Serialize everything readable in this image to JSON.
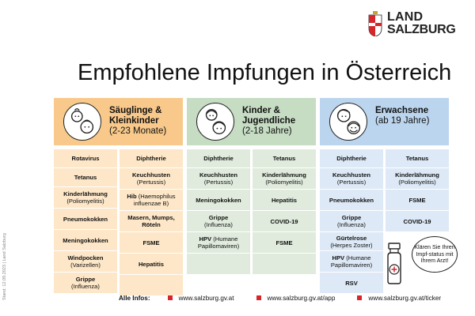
{
  "logo": {
    "line1": "LAND",
    "line2": "SALZBURG",
    "crest_colors": [
      "#d7262b",
      "#ffffff"
    ],
    "crest_icon": "salzburg-crest-icon"
  },
  "title": "Empfohlene Impfungen in Österreich",
  "groups": [
    {
      "id": "infant",
      "title_line1": "Säuglinge &",
      "title_line2": "Kleinkinder",
      "subtitle": "(2-23 Monate)",
      "color": "#f9c98b",
      "icon": "baby-faces-icon"
    },
    {
      "id": "child",
      "title_line1": "Kinder &",
      "title_line2": "Jugendliche",
      "subtitle": "(2-18 Jahre)",
      "color": "#c6dcc3",
      "icon": "children-faces-icon"
    },
    {
      "id": "adult",
      "title_line1": "Erwachsene",
      "title_line2": "",
      "subtitle": "(ab 19 Jahre)",
      "color": "#bcd5ee",
      "icon": "adult-faces-icon"
    }
  ],
  "columns": [
    [
      {
        "name": "Rotavirus",
        "sub": ""
      },
      {
        "name": "Tetanus",
        "sub": ""
      },
      {
        "name": "Kinderlähmung",
        "sub": "(Poliomyelitis)"
      },
      {
        "name": "Pneumokokken",
        "sub": ""
      },
      {
        "name": "Meningokokken",
        "sub": ""
      },
      {
        "name": "Windpocken",
        "sub": "(Varizellen)"
      },
      {
        "name": "Grippe",
        "sub": "(Influenza)"
      }
    ],
    [
      {
        "name": "Diphtherie",
        "sub": ""
      },
      {
        "name": "Keuchhusten",
        "sub": "(Pertussis)"
      },
      {
        "name": "Hib",
        "sub": "(Haemophilus influenzae B)"
      },
      {
        "name": "Masern, Mumps, Röteln",
        "sub": ""
      },
      {
        "name": "FSME",
        "sub": ""
      },
      {
        "name": "Hepatitis",
        "sub": ""
      },
      {
        "name": "",
        "sub": ""
      }
    ],
    [
      {
        "name": "Diphtherie",
        "sub": ""
      },
      {
        "name": "Keuchhusten",
        "sub": "(Pertussis)"
      },
      {
        "name": "Meningokokken",
        "sub": ""
      },
      {
        "name": "Grippe",
        "sub": "(Influenza)"
      },
      {
        "name": "HPV",
        "sub": "(Humane Papillomaviren)"
      },
      {
        "name": "",
        "sub": ""
      }
    ],
    [
      {
        "name": "Tetanus",
        "sub": ""
      },
      {
        "name": "Kinderlähmung",
        "sub": "(Poliomyelitis)"
      },
      {
        "name": "Hepatitis",
        "sub": ""
      },
      {
        "name": "COVID-19",
        "sub": ""
      },
      {
        "name": "FSME",
        "sub": ""
      },
      {
        "name": "",
        "sub": ""
      }
    ],
    [
      {
        "name": "Diphtherie",
        "sub": ""
      },
      {
        "name": "Keuchhusten",
        "sub": "(Pertussis)"
      },
      {
        "name": "Pneumokokken",
        "sub": ""
      },
      {
        "name": "Grippe",
        "sub": "(Influenza)"
      },
      {
        "name": "Gürtelrose",
        "sub": "(Herpes Zoster)"
      },
      {
        "name": "HPV",
        "sub": "(Humane Papillomaviren)"
      },
      {
        "name": "RSV",
        "sub": ""
      }
    ],
    [
      {
        "name": "Tetanus",
        "sub": ""
      },
      {
        "name": "Kinderlähmung",
        "sub": "(Poliomyelitis)"
      },
      {
        "name": "FSME",
        "sub": ""
      },
      {
        "name": "COVID-19",
        "sub": ""
      }
    ]
  ],
  "bubble_text": "Klären Sie Ihren Impf-status mit Ihrem Arzt!",
  "footer": {
    "label": "Alle Infos:",
    "links": [
      "www.salzburg.gv.at",
      "www.salzburg.gv.at/app",
      "www.salzburg.gv.at/ticker"
    ],
    "bullet_color": "#d7262b"
  },
  "stand_text": "Stand: 12.09.2023 | Land Salzburg"
}
